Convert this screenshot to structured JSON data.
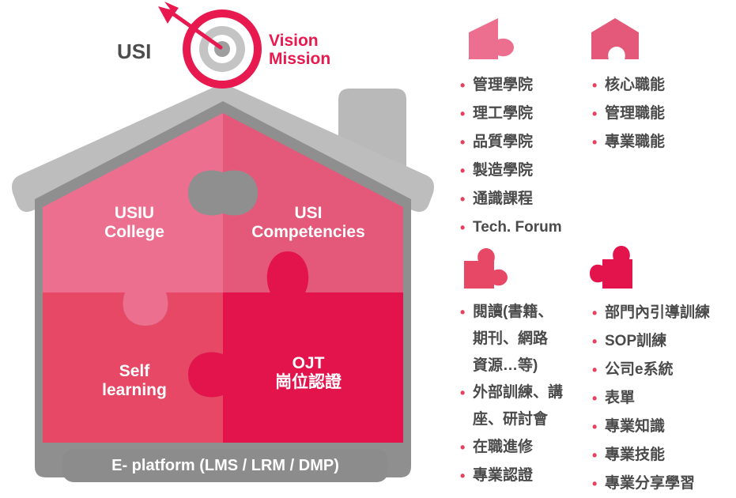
{
  "header": {
    "org": "USI",
    "vision": "Vision",
    "mission": "Mission"
  },
  "puzzle": {
    "top_left": [
      "USIU",
      "College"
    ],
    "top_right": [
      "USI",
      "Competencies"
    ],
    "bottom_left": [
      "Self",
      "learning"
    ],
    "bottom_right": [
      "OJT",
      "崗位認證"
    ]
  },
  "platform": "E- platform (LMS / LRM / DMP)",
  "lists": {
    "college": [
      "管理學院",
      "理工學院",
      "品質學院",
      "製造學院",
      "通識課程",
      "Tech. Forum"
    ],
    "competencies": [
      "核心職能",
      "管理職能",
      "專業職能"
    ],
    "self_learning": [
      "閱讀(書籍、",
      "期刊、網路",
      "資源…等)",
      "外部訓練、講",
      "座、研討會",
      "在職進修",
      "專業認證"
    ],
    "ojt": [
      "部門內引導訓練",
      "SOP訓練",
      "公司e系統",
      "表單",
      "專業知識",
      "專業技能",
      "專業分享學習"
    ]
  },
  "colors": {
    "roof": "#bdbdbd",
    "chimney": "#b9b9b9",
    "house_outline": "#8f8f8f",
    "piece_top_left": "#ec6f8f",
    "piece_top_right": "#e4587a",
    "piece_bottom_left": "#e64865",
    "piece_bottom_right": "#e3134c",
    "target_ring": "#e8194f",
    "accent_text": "#e8194f"
  },
  "icons": [
    "target-icon",
    "arrow-icon",
    "puzzle-piece-icon"
  ]
}
